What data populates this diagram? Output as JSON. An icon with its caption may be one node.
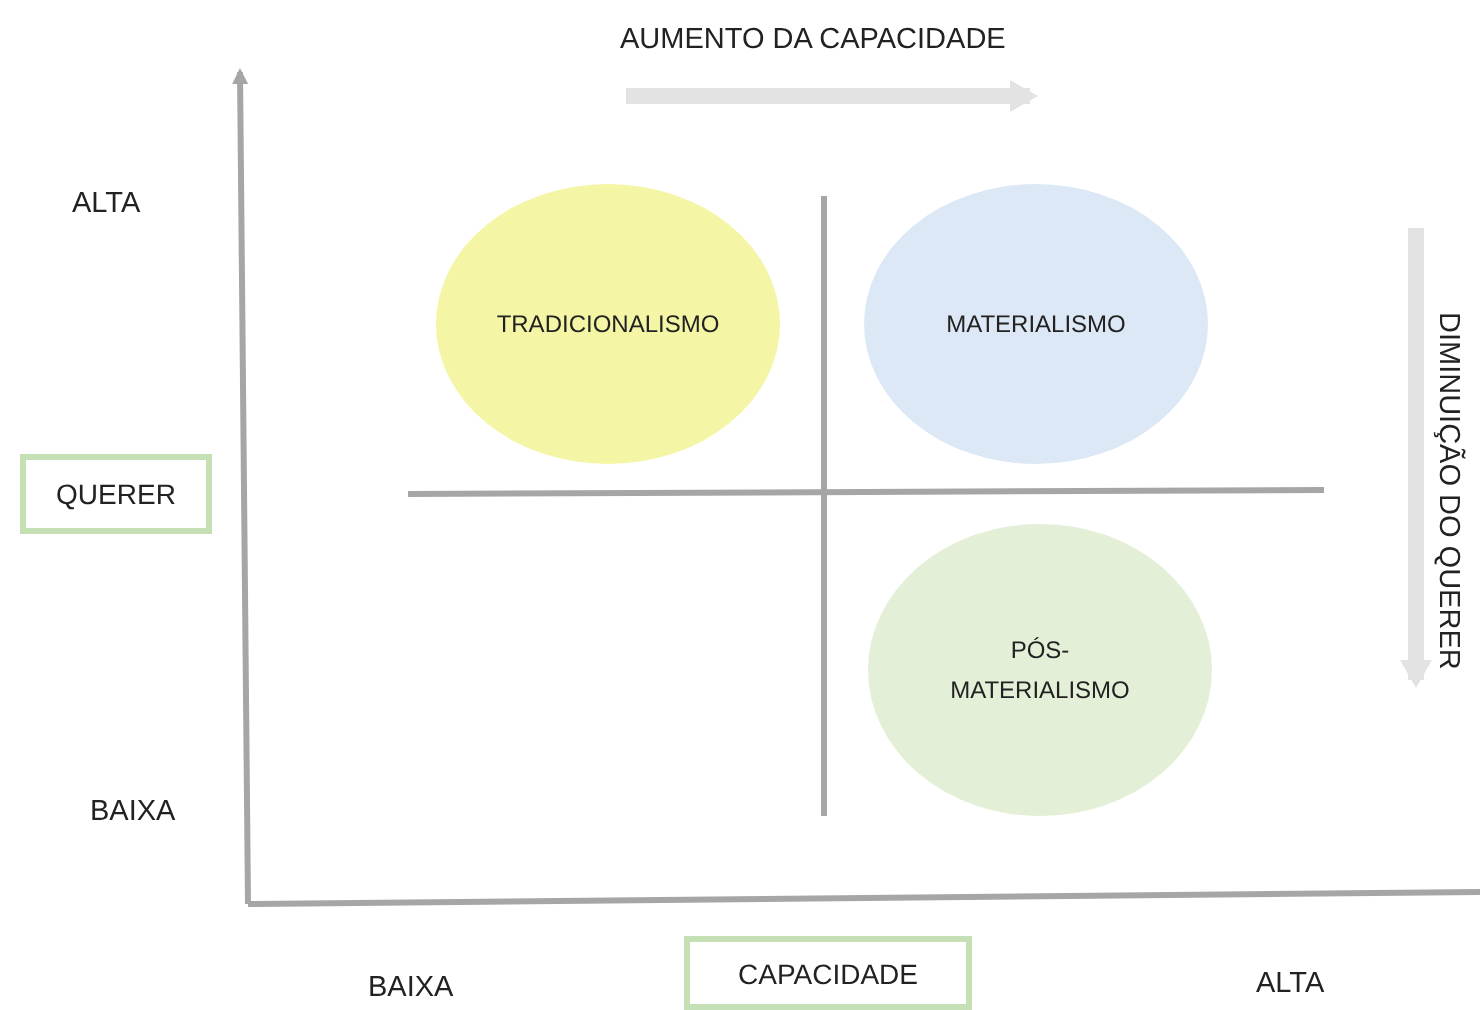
{
  "diagram": {
    "nodes": [
      {
        "text": [
          "TRADICIONALISMO"
        ]
      },
      {
        "text": [
          "MATERIALISMO"
        ]
      },
      {
        "text": [
          "QUERER"
        ]
      },
      {
        "text": [
          "PÓS-MATERIALISMO"
        ]
      },
      {
        "text": [
          "CAPACIDADE"
        ]
      }
    ],
    "labels": [
      "AUMENTO DA CAPACIDADE",
      "ALTA",
      "DIMINUIÇÃO DO QUERER",
      "BAIXA",
      "BAIXA",
      "ALTA"
    ]
  }
}
